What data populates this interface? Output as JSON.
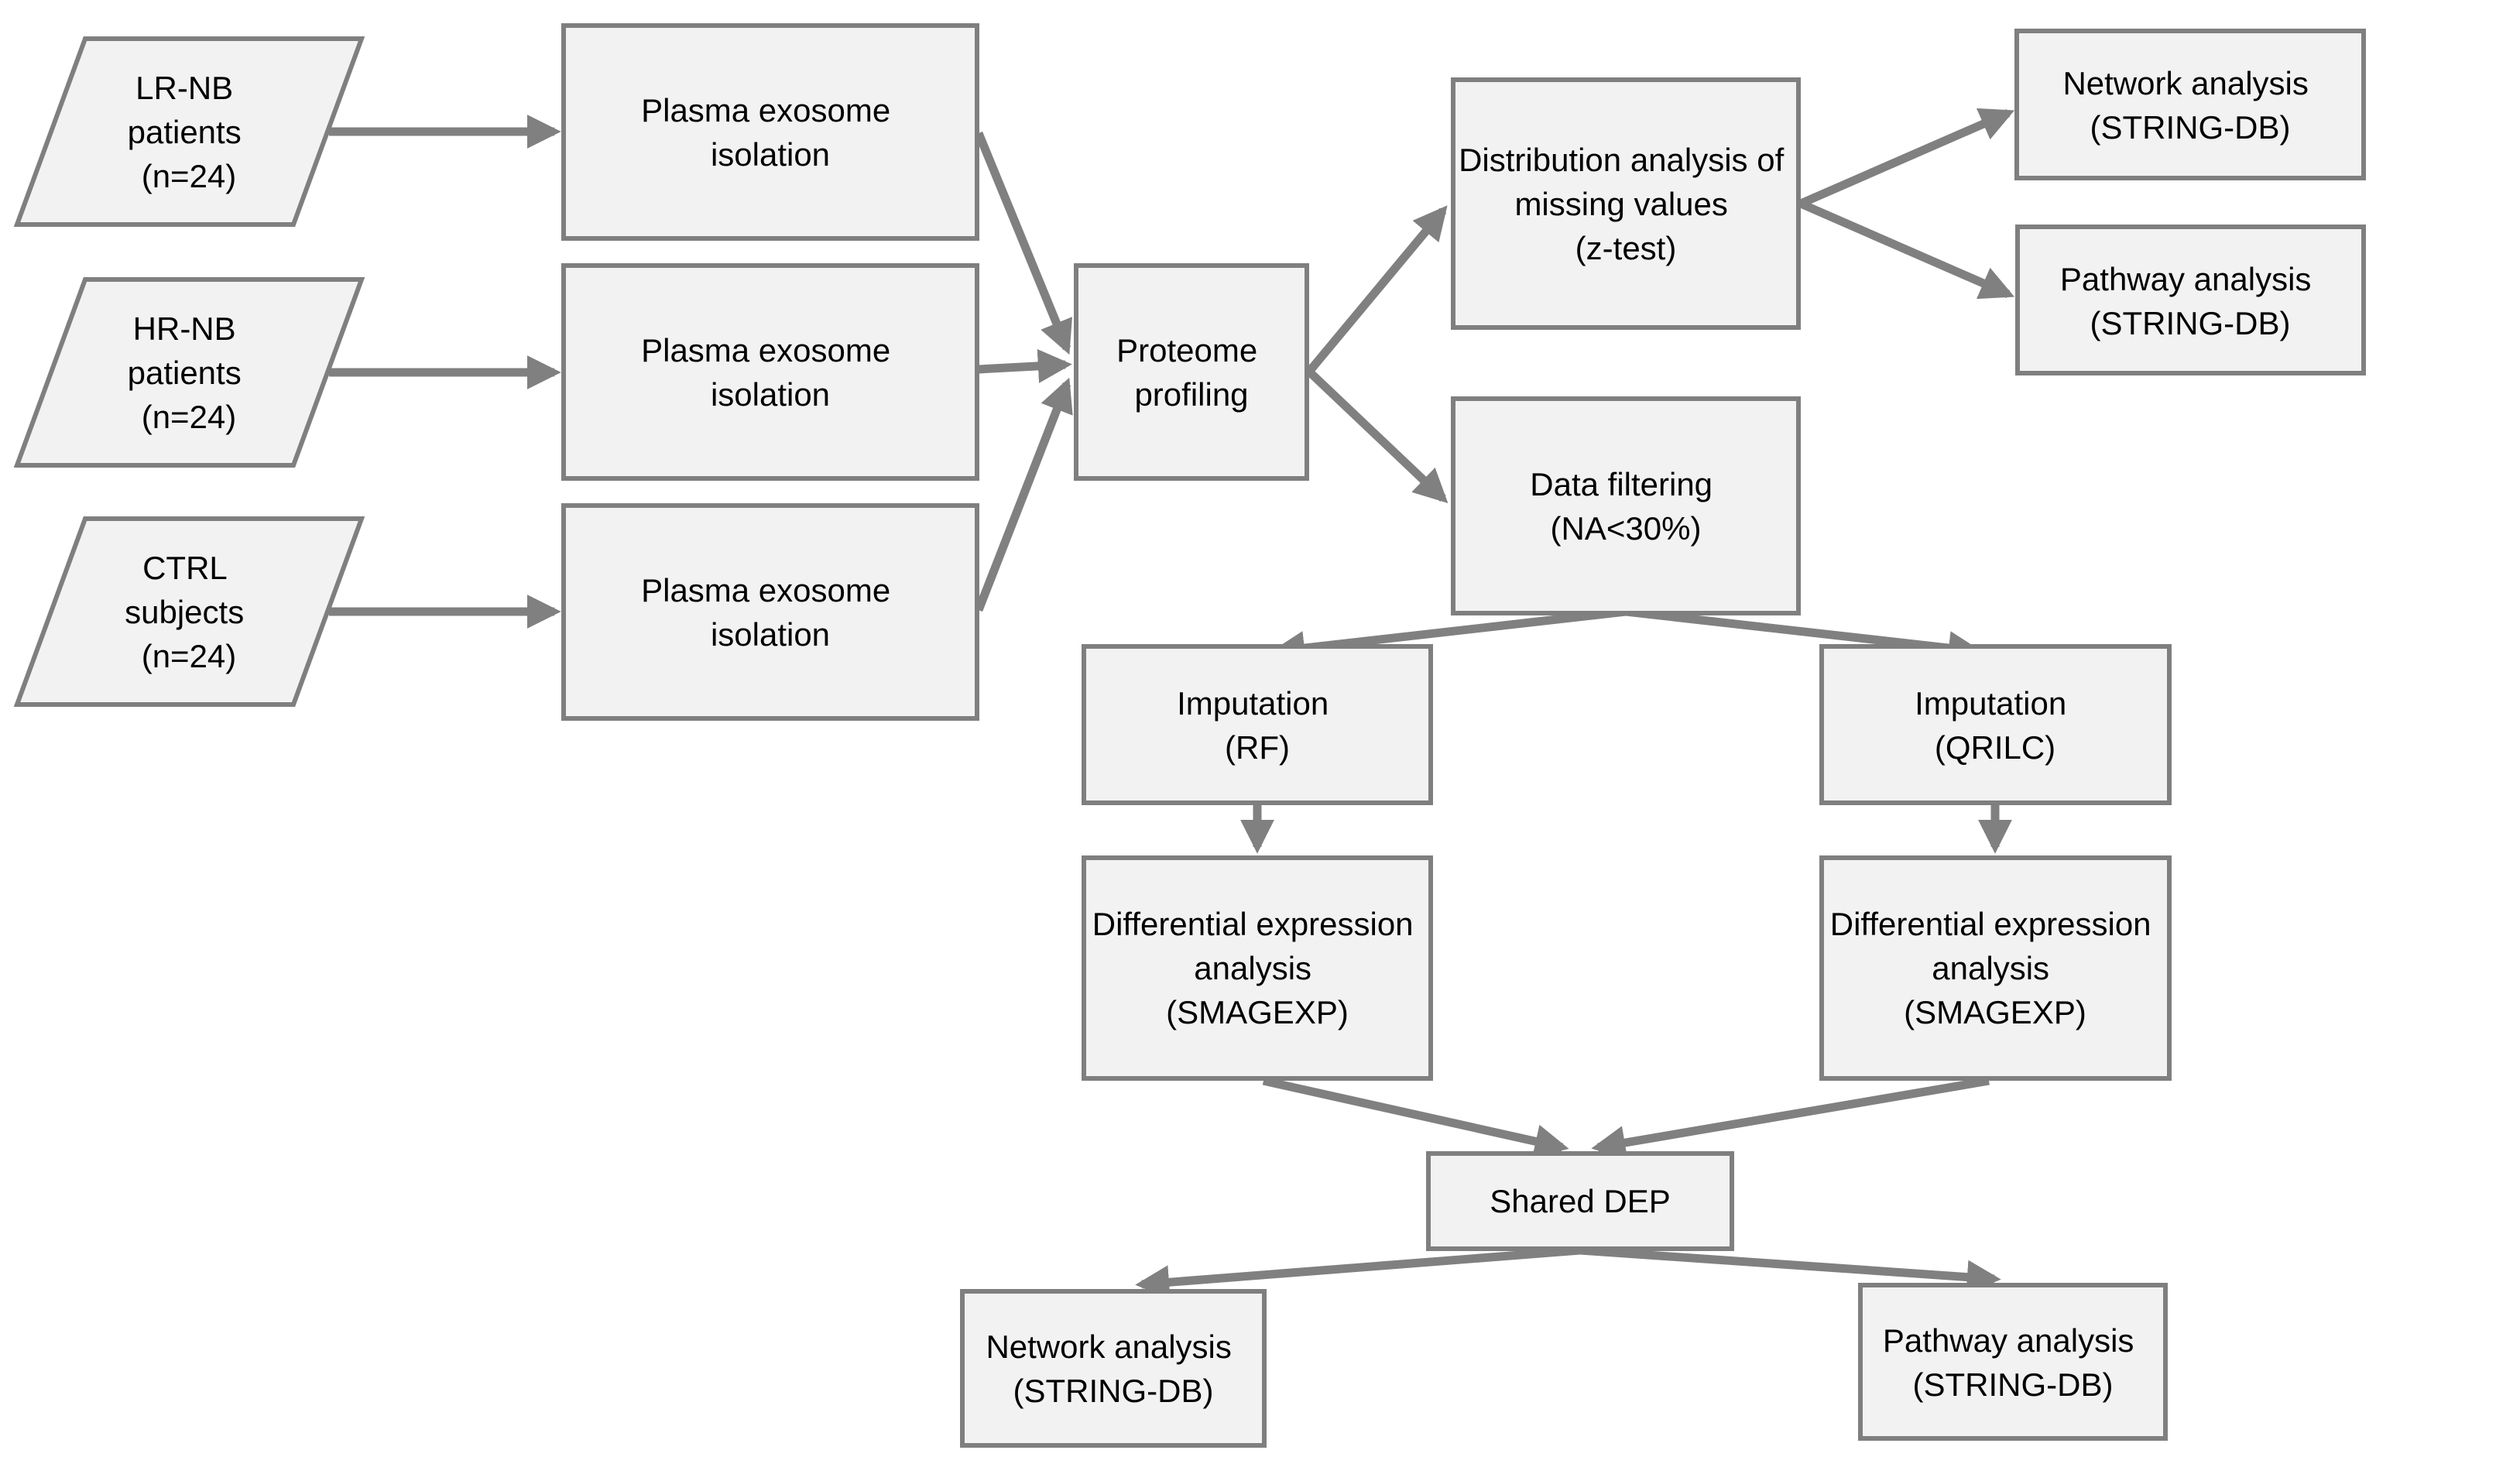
{
  "figure": {
    "type": "flowchart"
  },
  "colors": {
    "background": "#ffffff",
    "node_fill": "#f2f2f2",
    "node_border": "#7f7f7f",
    "arrow": "#808080",
    "text": "#000000"
  },
  "nodes": {
    "lr_nb_patients": {
      "shape": "parallelogram",
      "lines": [
        "LR-NB",
        "patients",
        "(n=24)"
      ]
    },
    "hr_nb_patients": {
      "shape": "parallelogram",
      "lines": [
        "HR-NB",
        "patients",
        "(n=24)"
      ]
    },
    "ctrl_subjects": {
      "shape": "parallelogram",
      "lines": [
        "CTRL",
        "subjects",
        "(n=24)"
      ]
    },
    "plasma_isolation_1": {
      "shape": "rect",
      "lines": [
        "Plasma exosome",
        "isolation"
      ]
    },
    "plasma_isolation_2": {
      "shape": "rect",
      "lines": [
        "Plasma exosome",
        "isolation"
      ]
    },
    "plasma_isolation_3": {
      "shape": "rect",
      "lines": [
        "Plasma exosome",
        "isolation"
      ]
    },
    "proteome_profiling": {
      "shape": "rect",
      "lines": [
        "Proteome",
        "profiling"
      ]
    },
    "distribution_analysis": {
      "shape": "rect",
      "lines": [
        "Distribution analysis of",
        "missing values",
        "(z-test)"
      ]
    },
    "network_analysis_top": {
      "shape": "rect",
      "lines": [
        "Network analysis",
        "(STRING-DB)"
      ]
    },
    "pathway_analysis_top": {
      "shape": "rect",
      "lines": [
        "Pathway analysis",
        "(STRING-DB)"
      ]
    },
    "data_filtering": {
      "shape": "rect",
      "lines": [
        "Data filtering",
        "(NA<30%)"
      ]
    },
    "imputation_rf": {
      "shape": "rect",
      "lines": [
        "Imputation",
        "(RF)"
      ]
    },
    "imputation_qrilc": {
      "shape": "rect",
      "lines": [
        "Imputation",
        "(QRILC)"
      ]
    },
    "diff_expression_rf": {
      "shape": "rect",
      "lines": [
        "Differential expression",
        "analysis",
        "(SMAGEXP)"
      ]
    },
    "diff_expression_qrilc": {
      "shape": "rect",
      "lines": [
        "Differential expression",
        "analysis",
        "(SMAGEXP)"
      ]
    },
    "shared_dep": {
      "shape": "rect",
      "lines": [
        "Shared DEP"
      ]
    },
    "network_analysis_bottom": {
      "shape": "rect",
      "lines": [
        "Network analysis",
        "(STRING-DB)"
      ]
    },
    "pathway_analysis_bottom": {
      "shape": "rect",
      "lines": [
        "Pathway analysis",
        "(STRING-DB)"
      ]
    }
  },
  "edges": [
    {
      "from": "lr_nb_patients",
      "to": "plasma_isolation_1"
    },
    {
      "from": "hr_nb_patients",
      "to": "plasma_isolation_2"
    },
    {
      "from": "ctrl_subjects",
      "to": "plasma_isolation_3"
    },
    {
      "from": "plasma_isolation_1",
      "to": "proteome_profiling"
    },
    {
      "from": "plasma_isolation_2",
      "to": "proteome_profiling"
    },
    {
      "from": "plasma_isolation_3",
      "to": "proteome_profiling"
    },
    {
      "from": "proteome_profiling",
      "to": "distribution_analysis"
    },
    {
      "from": "proteome_profiling",
      "to": "data_filtering"
    },
    {
      "from": "distribution_analysis",
      "to": "network_analysis_top"
    },
    {
      "from": "distribution_analysis",
      "to": "pathway_analysis_top"
    },
    {
      "from": "data_filtering",
      "to": "imputation_rf"
    },
    {
      "from": "data_filtering",
      "to": "imputation_qrilc"
    },
    {
      "from": "imputation_rf",
      "to": "diff_expression_rf"
    },
    {
      "from": "imputation_qrilc",
      "to": "diff_expression_qrilc"
    },
    {
      "from": "diff_expression_rf",
      "to": "shared_dep"
    },
    {
      "from": "diff_expression_qrilc",
      "to": "shared_dep"
    },
    {
      "from": "shared_dep",
      "to": "network_analysis_bottom"
    },
    {
      "from": "shared_dep",
      "to": "pathway_analysis_bottom"
    }
  ]
}
